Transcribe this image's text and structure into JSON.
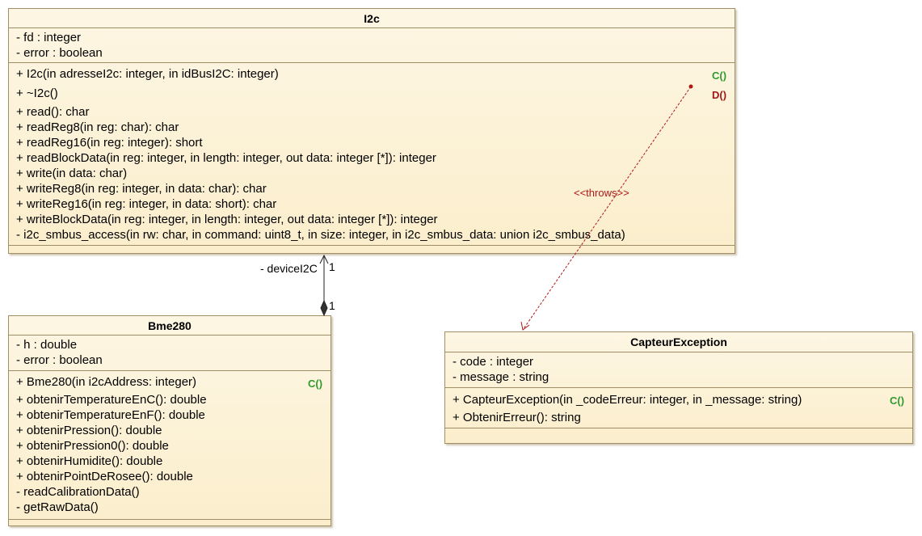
{
  "i2c": {
    "name": "I2c",
    "attributes": [
      "- fd : integer",
      "- error : boolean"
    ],
    "operations": [
      "+ I2c(in adresseI2c: integer, in idBusI2C: integer)",
      "+ ~I2c()",
      "+ read(): char",
      "+ readReg8(in reg: char): char",
      "+ readReg16(in reg: integer): short",
      "+ readBlockData(in reg: integer, in length: integer, out data: integer [*]): integer",
      "+ write(in data: char)",
      "+ writeReg8(in reg: integer, in data: char): char",
      "+ writeReg16(in reg: integer, in data: short): char",
      "+ writeBlockData(in reg: integer, in length: integer, out data: integer [*]): integer",
      "- i2c_smbus_access(in rw: char, in command: uint8_t, in size: integer, in i2c_smbus_data: union i2c_smbus_data)"
    ],
    "constructor_tag": "C()",
    "destructor_tag": "D()"
  },
  "bme280": {
    "name": "Bme280",
    "attributes": [
      "- h : double",
      "- error : boolean"
    ],
    "operations": [
      "+ Bme280(in i2cAddress: integer)",
      "+ obtenirTemperatureEnC(): double",
      "+ obtenirTemperatureEnF(): double",
      "+ obtenirPression(): double",
      "+ obtenirPression0(): double",
      "+ obtenirHumidite(): double",
      "+ obtenirPointDeRosee(): double",
      "- readCalibrationData()",
      "- getRawData()"
    ],
    "constructor_tag": "C()"
  },
  "capteur": {
    "name": "CapteurException",
    "attributes": [
      "- code : integer",
      "- message : string"
    ],
    "operations": [
      "+ CapteurException(in _codeErreur: integer, in _message: string)",
      "+ ObtenirErreur(): string"
    ],
    "constructor_tag": "C()"
  },
  "composition": {
    "role": "- deviceI2C",
    "mult_top": "1",
    "mult_bottom": "1"
  },
  "dependency": {
    "stereotype": "<<throws>>"
  },
  "colors": {
    "class_fill": "#fbeecc",
    "class_border": "#a08f66",
    "constructor_tag": "#2f9a2f",
    "destructor_tag": "#a01818",
    "throws_line": "#a01818"
  }
}
